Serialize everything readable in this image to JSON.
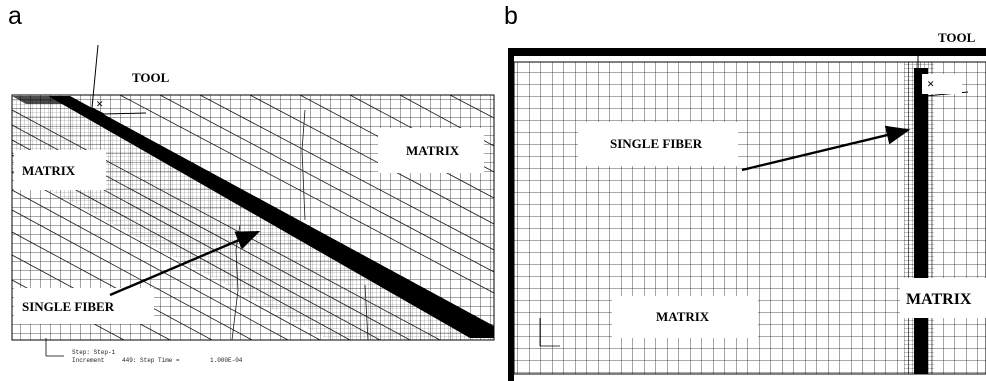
{
  "panel_a": {
    "letter": "a",
    "tool_label": "TOOL",
    "tool_marker": "×",
    "matrix_left_label": "MATRIX",
    "matrix_right_label": "MATRIX",
    "fiber_label": "SINGLE FIBER",
    "footer_step": "Step: Step-1",
    "footer_increment": "Increment",
    "footer_time": "449: Step Time =",
    "footer_time_value": "1.000E-04"
  },
  "panel_b": {
    "letter": "b",
    "tool_label": "TOOL",
    "tool_marker": "×",
    "fiber_label": "SINGLE FIBER",
    "matrix_bottom_label": "MATRIX",
    "matrix_right_label": "MATRIX"
  },
  "colors": {
    "mesh_line": "#1a1a1a",
    "fiber": "#000000",
    "label_bg": "#ffffff"
  }
}
